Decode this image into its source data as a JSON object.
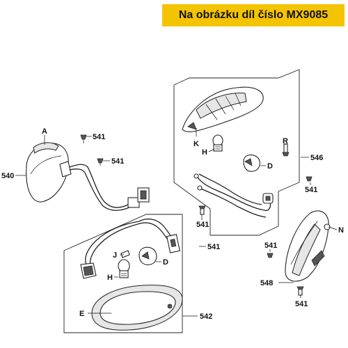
{
  "header": {
    "title": "Na obrázku díl číslo MX9085"
  },
  "callouts": {
    "A": "A",
    "p540": "540",
    "p541_1": "541",
    "p541_2": "541",
    "K": "K",
    "H_top": "H",
    "R": "R",
    "D_top": "D",
    "p546": "546",
    "p541_3": "541",
    "p541_4": "541",
    "N": "N",
    "p541_5": "541",
    "J": "J",
    "D_bottom": "D",
    "p541_6": "541",
    "H_bottom": "H",
    "E": "E",
    "p542": "542",
    "p548": "548",
    "p541_7": "541"
  }
}
